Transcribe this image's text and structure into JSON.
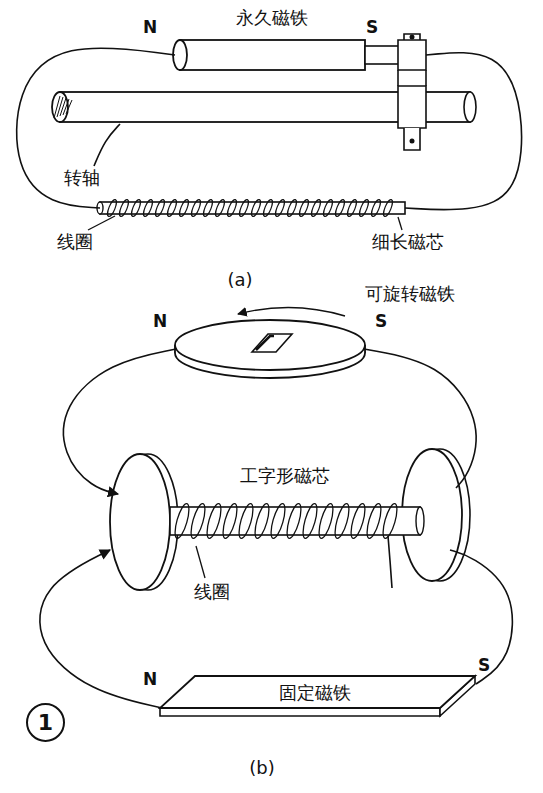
{
  "diagram": {
    "nodes": [
      {
        "text": [
          "1"
        ]
      },
      {
        "text": [
          "固定磁铁"
        ]
      }
    ],
    "labels": [
      "N",
      "永久磁铁",
      "S",
      "转轴",
      "线圈",
      "细长磁芯",
      "(a)",
      "可旋转磁铁",
      "N",
      "S",
      "工字形磁芯",
      "线圈",
      "N",
      "S",
      "(b)"
    ]
  }
}
